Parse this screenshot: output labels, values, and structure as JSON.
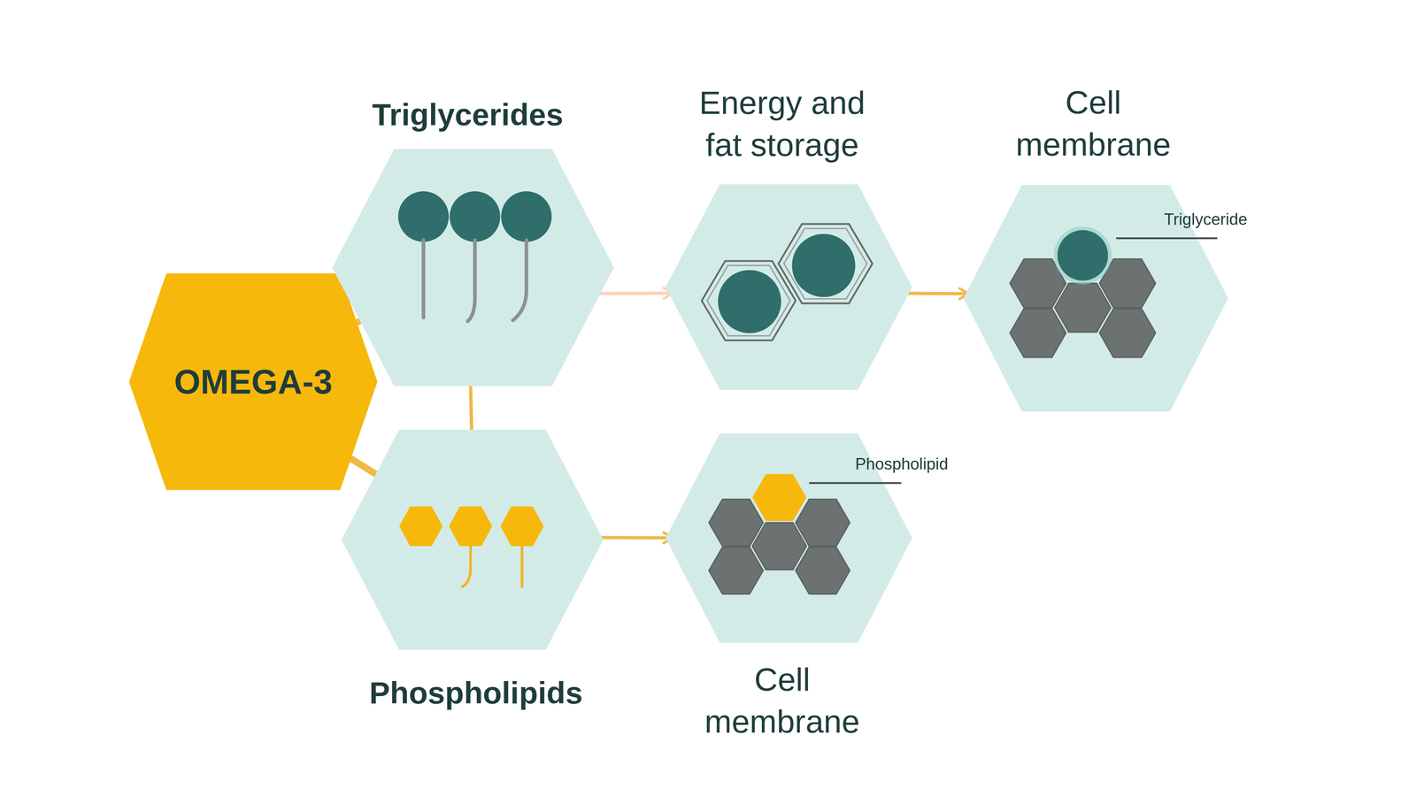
{
  "diagram": {
    "nodes": [
      {
        "text": [
          "OMEGA-3"
        ]
      },
      {
        "text": [
          "Triglycerides"
        ]
      },
      {
        "text": [
          "Energy and fat storage"
        ]
      },
      {
        "text": [
          "Cell membrane"
        ]
      },
      {
        "text": [
          "Phospholipids"
        ]
      },
      {
        "text": [
          "Cell membrane"
        ]
      }
    ],
    "edges": [
      {
        "from": 0,
        "to": 1,
        "arrow": "to"
      },
      {
        "from": 0,
        "to": 4,
        "arrow": "to"
      },
      {
        "from": 1,
        "to": 4,
        "arrow": "to"
      },
      {
        "from": 1,
        "to": 2,
        "arrow": "to"
      },
      {
        "from": 2,
        "to": 3,
        "arrow": "to"
      },
      {
        "from": 4,
        "to": 5,
        "arrow": "to"
      }
    ],
    "labels": [
      "Triglyceride",
      "Phospholipid"
    ]
  }
}
